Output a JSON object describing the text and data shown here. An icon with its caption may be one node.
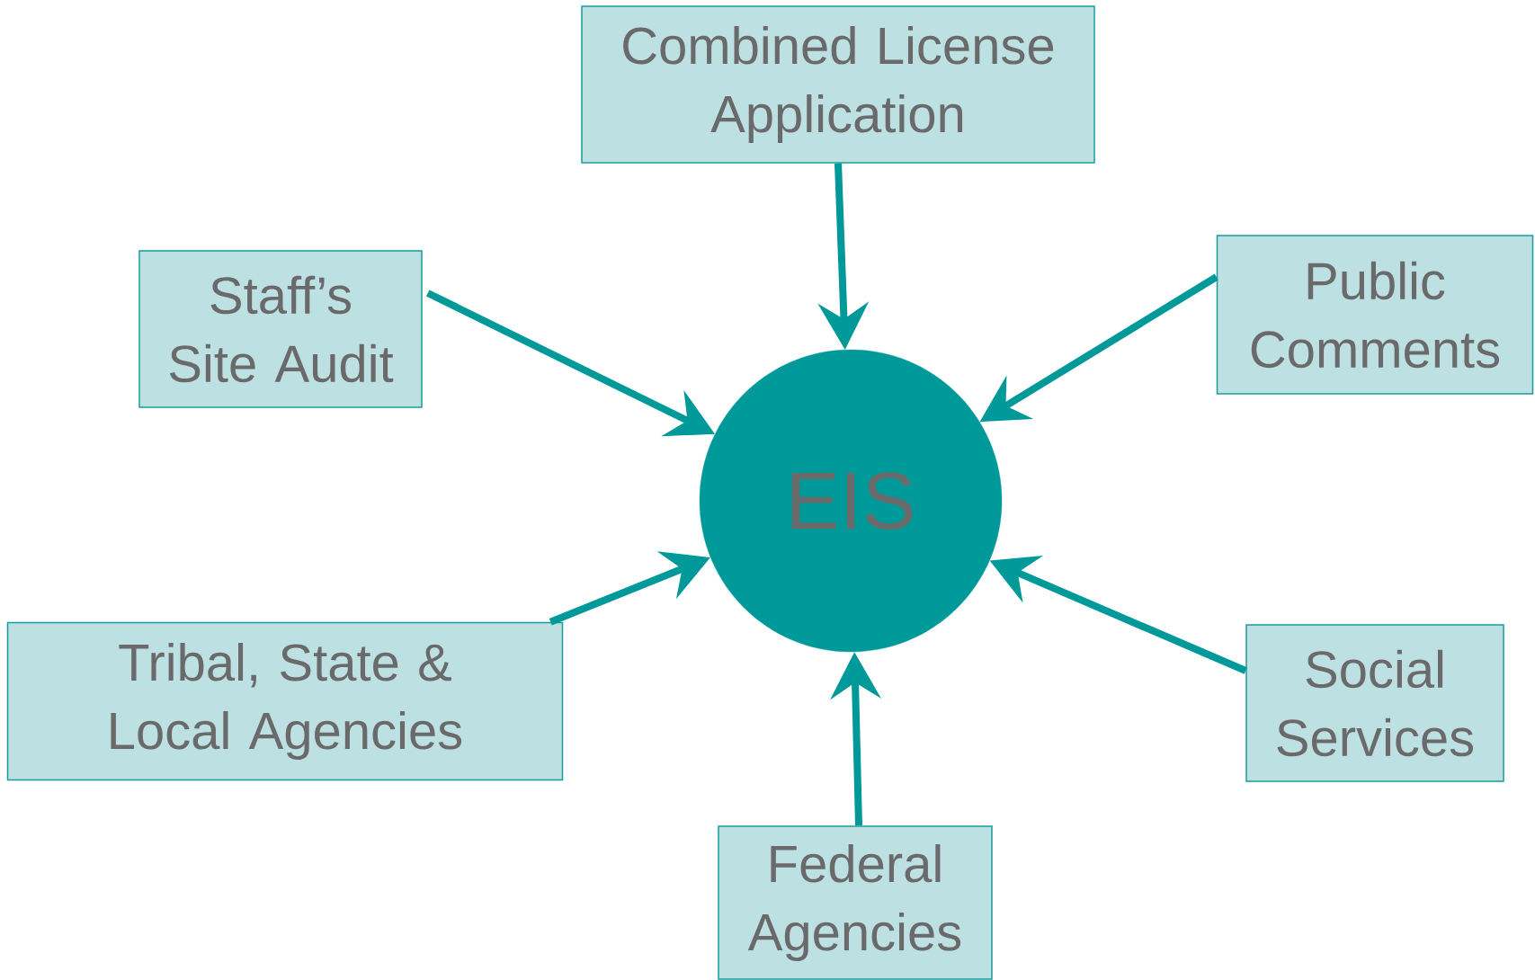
{
  "diagram": {
    "nodes": [
      {
        "text": [
          "Combined License Application"
        ]
      },
      {
        "text": [
          "Staff’s Site Audit"
        ]
      },
      {
        "text": [
          "Public Comments"
        ]
      },
      {
        "text": [
          "EIS"
        ]
      },
      {
        "text": [
          "Tribal, State & Local Agencies"
        ]
      },
      {
        "text": [
          "Social Services"
        ]
      },
      {
        "text": [
          "Federal Agencies"
        ]
      }
    ],
    "edges": [
      {
        "from": 0,
        "to": 3,
        "arrow": "to"
      },
      {
        "from": 1,
        "to": 3,
        "arrow": "to"
      },
      {
        "from": 2,
        "to": 3,
        "arrow": "to"
      },
      {
        "from": 4,
        "to": 3,
        "arrow": "to"
      },
      {
        "from": 5,
        "to": 3,
        "arrow": "to"
      },
      {
        "from": 6,
        "to": 3,
        "arrow": "to"
      }
    ]
  }
}
